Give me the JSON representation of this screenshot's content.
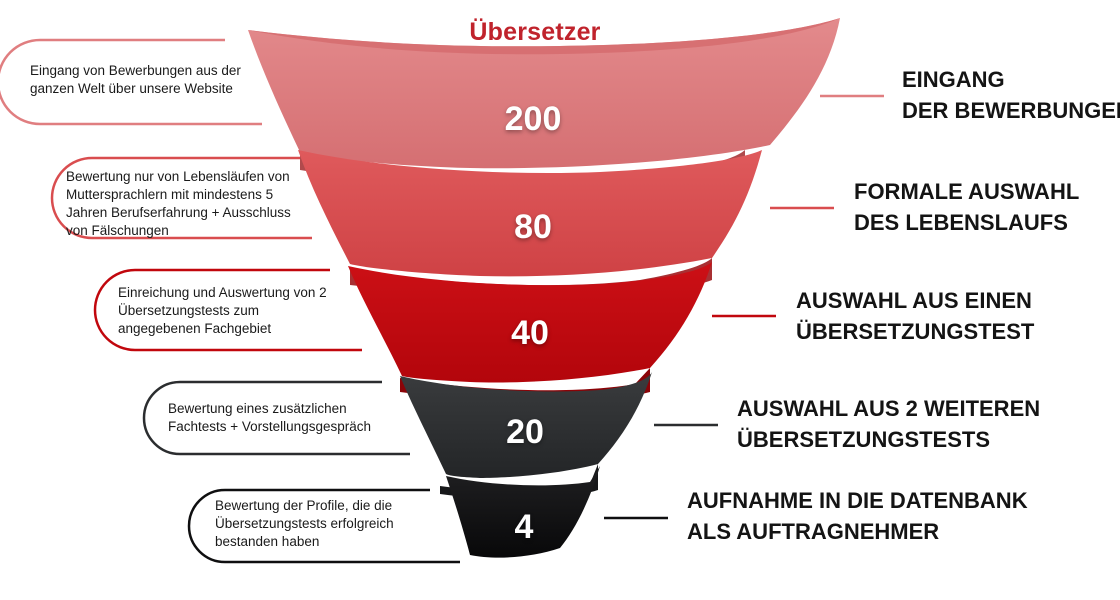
{
  "title": "Übersetzer",
  "colors": {
    "title": "#c0232c",
    "stage1": "#e07e80",
    "stage2": "#d94d4f",
    "stage3": "#c1070d",
    "stage4": "#2b2d2f",
    "stage5": "#0f0f10"
  },
  "stages": [
    {
      "count": "200",
      "title_lines": [
        "EINGANG",
        "DER BEWERBUNGEN"
      ],
      "description": "Eingang von Bewerbungen aus der ganzen Welt über unsere Website",
      "color": "#e07e80"
    },
    {
      "count": "80",
      "title_lines": [
        "FORMALE AUSWAHL",
        "DES LEBENSLAUFS"
      ],
      "description": "Bewertung nur von Lebensläufen von Muttersprachlern mit mindestens 5 Jahren Berufserfahrung + Ausschluss von Fälschungen",
      "color": "#d94d4f"
    },
    {
      "count": "40",
      "title_lines": [
        "AUSWAHL AUS EINEN",
        "ÜBERSETZUNGSTEST"
      ],
      "description": "Einreichung und Auswertung von 2 Übersetzungstests zum angegebenen Fachgebiet",
      "color": "#c1070d"
    },
    {
      "count": "20",
      "title_lines": [
        "AUSWAHL AUS 2 WEITEREN",
        "ÜBERSETZUNGSTESTS"
      ],
      "description": "Bewertung eines zusätzlichen Fachtests + Vorstellungsgespräch",
      "color": "#2b2d2f"
    },
    {
      "count": "4",
      "title_lines": [
        "AUFNAHME IN DIE DATENBANK",
        "ALS AUFTRAGNEHMER"
      ],
      "description": "Bewertung der Profile, die die Übersetzungstests erfolgreich bestanden haben",
      "color": "#0f0f10"
    }
  ]
}
